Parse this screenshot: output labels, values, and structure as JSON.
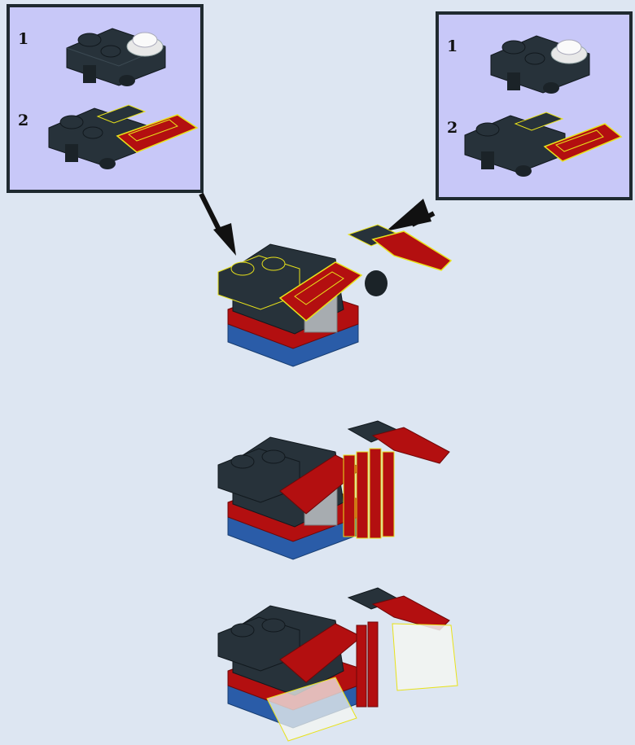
{
  "callouts": [
    {
      "steps": [
        {
          "number": "1"
        },
        {
          "number": "2"
        }
      ]
    },
    {
      "steps": [
        {
          "number": "1"
        },
        {
          "number": "2"
        }
      ]
    }
  ],
  "colors": {
    "background": "#dde6f2",
    "callout_fill": "#c8c8f8",
    "callout_border": "#1f2a30",
    "brick_black": "#27323a",
    "brick_red": "#b30f10",
    "brick_blue": "#2a5ca8",
    "brick_grey": "#a7acb0",
    "highlight_yellow": "#e8e21a",
    "trans_clear": "#f3f5f2"
  }
}
